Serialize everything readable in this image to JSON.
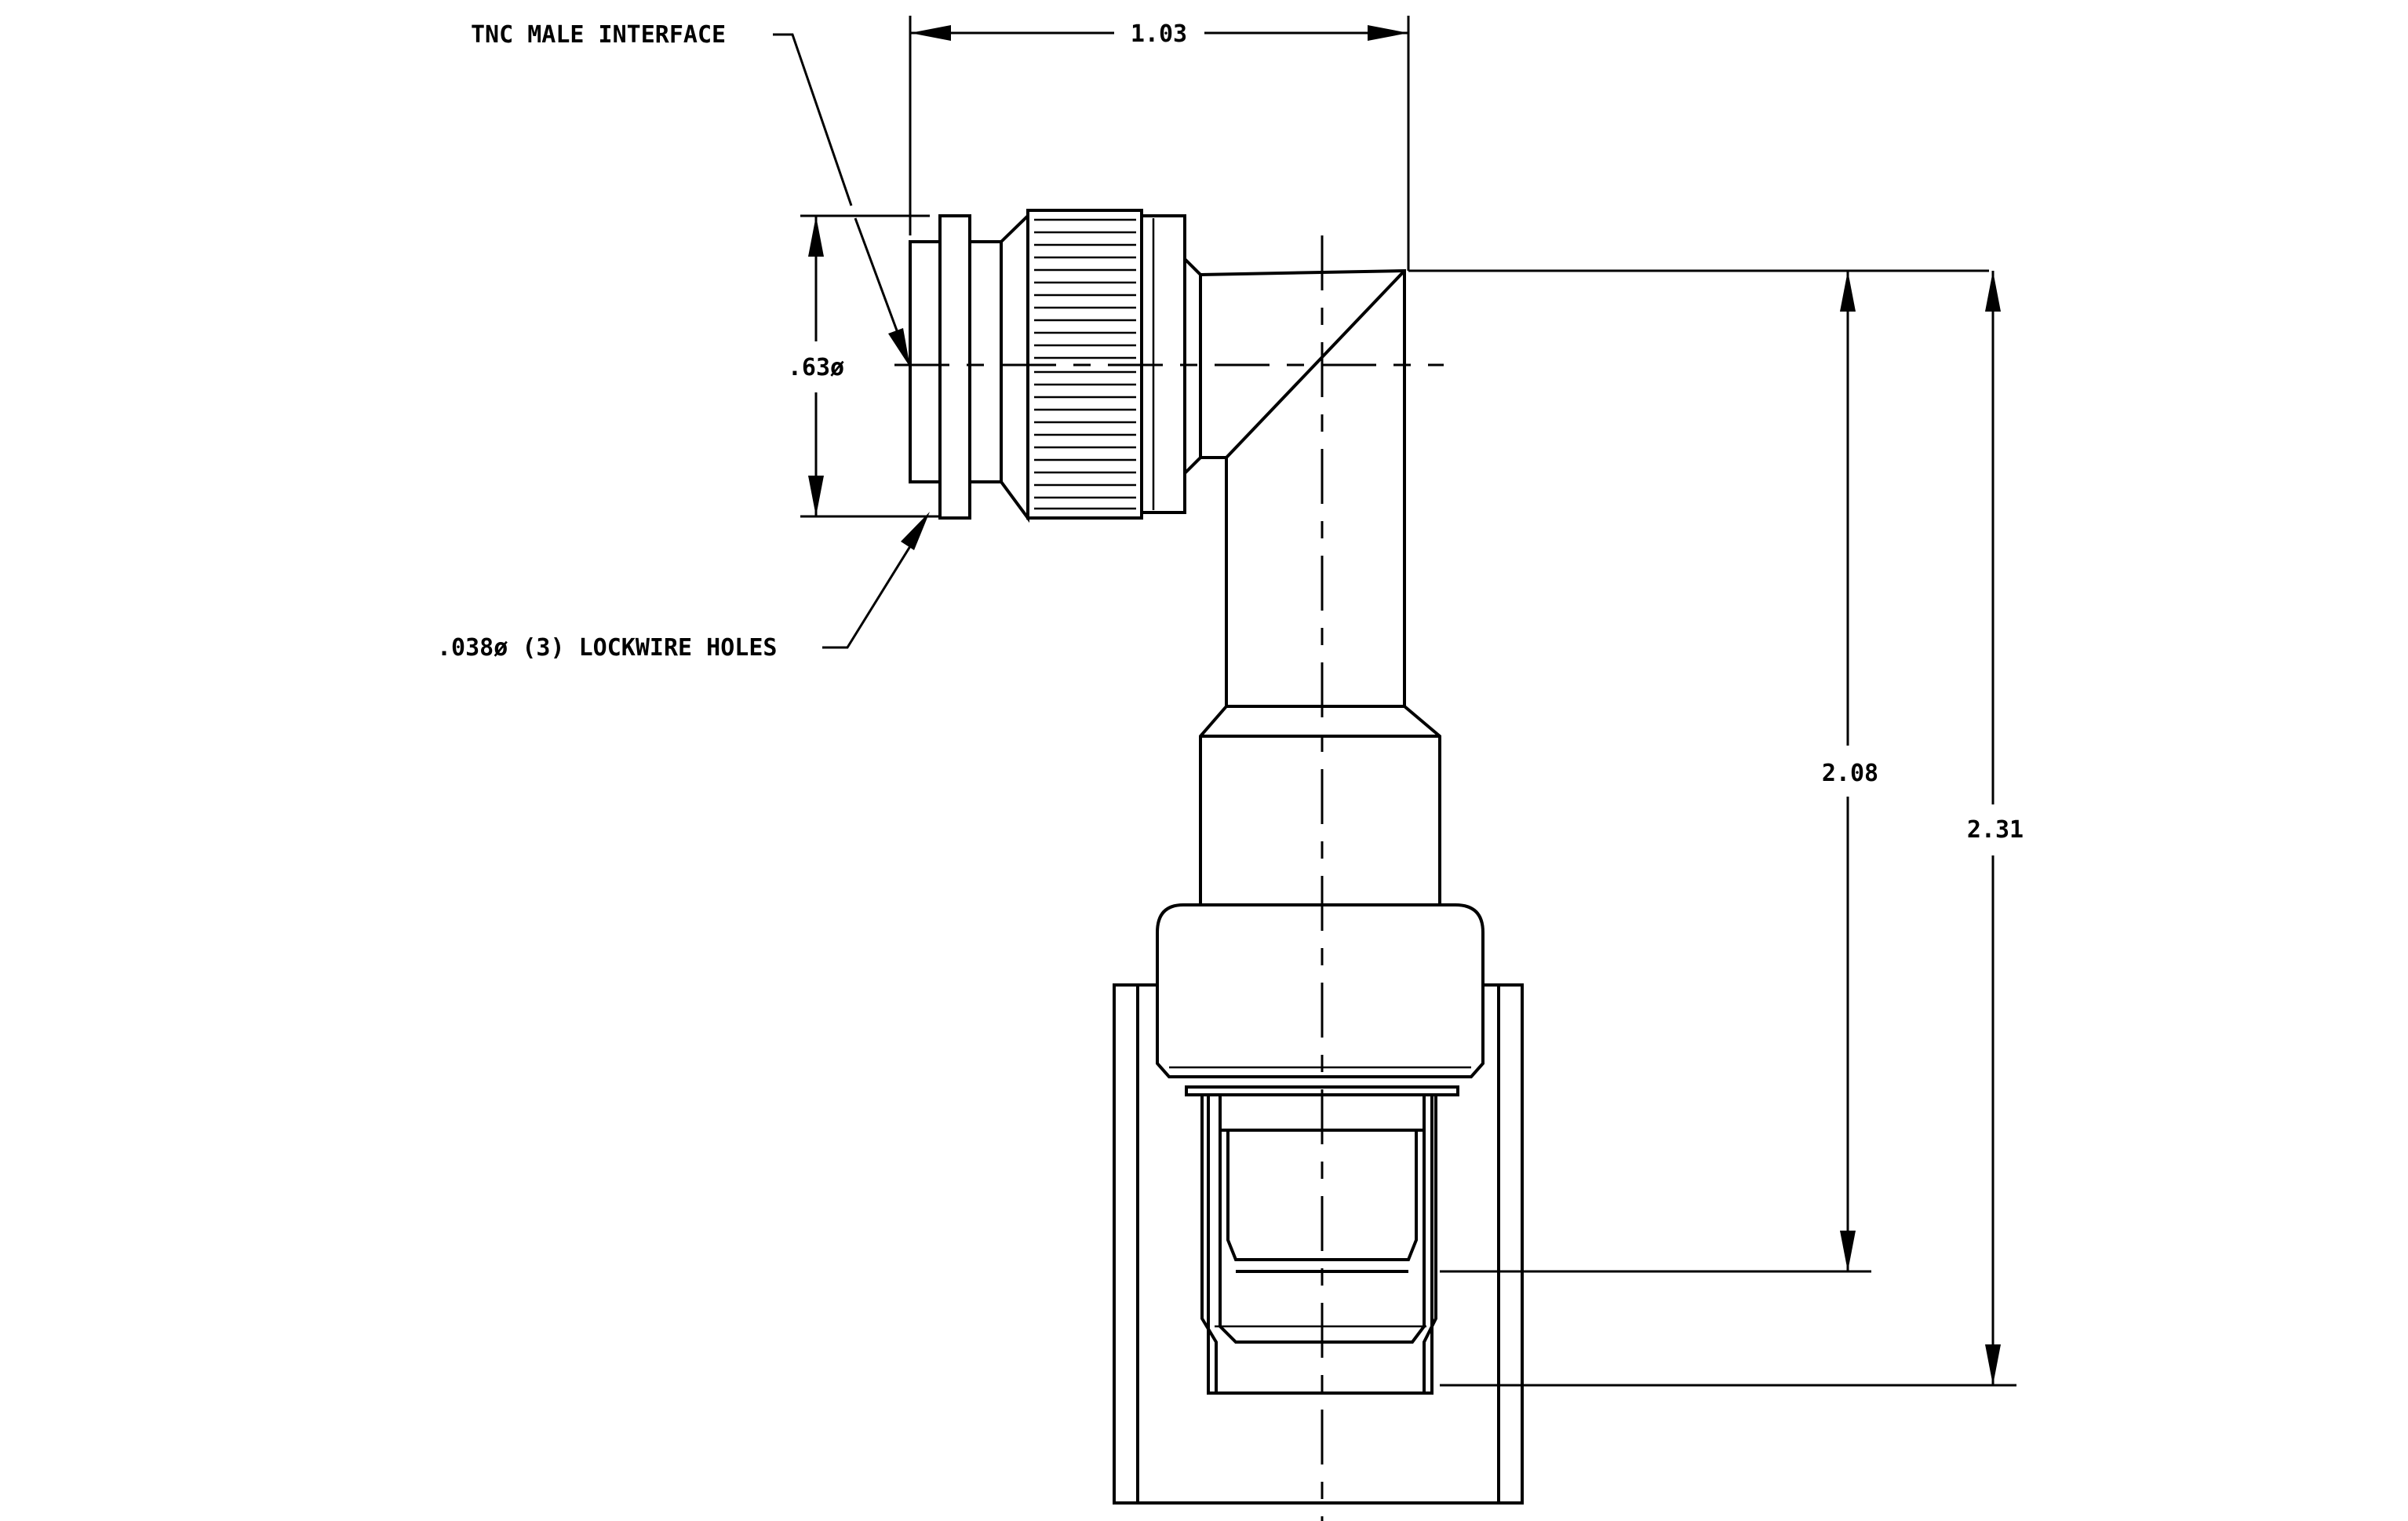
{
  "callouts": {
    "interface": "TNC MALE INTERFACE",
    "lockwire": ".038ø (3) LOCKWIRE HOLES"
  },
  "dimensions": {
    "width": "1.03",
    "diameter": ".63ø",
    "height_to_crimp": "2.08",
    "height_overall": "2.31"
  }
}
